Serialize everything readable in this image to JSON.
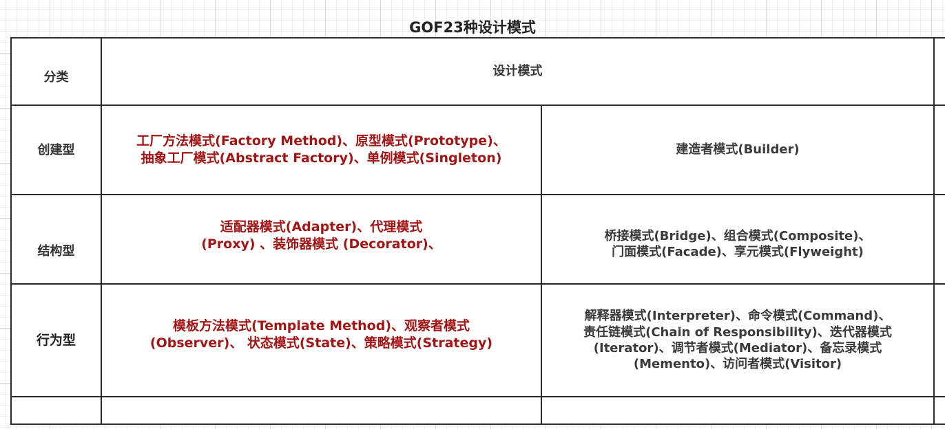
{
  "title": "GOF23种设计模式",
  "header": {
    "category": "分类",
    "patterns": "设计模式"
  },
  "rows": [
    {
      "category": "创建型",
      "red_lines": [
        "工厂方法模式(Factory Method)、原型模式(Prototype)、",
        "抽象工厂模式(Abstract Factory)、单例模式(Singleton)"
      ],
      "dark_lines": [
        "建造者模式(Builder)"
      ]
    },
    {
      "category": "结构型",
      "red_lines": [
        "适配器模式(Adapter)、代理模式",
        "(Proxy) 、装饰器模式 (Decorator)、"
      ],
      "dark_lines": [
        "桥接模式(Bridge)、组合模式(Composite)、",
        "门面模式(Facade)、享元模式(Flyweight)"
      ]
    },
    {
      "category": "行为型",
      "red_lines": [
        "模板方法模式(Template Method)、观察者模式",
        "(Observer)、 状态模式(State)、策略模式(Strategy)"
      ],
      "dark_lines": [
        "解释器模式(Interpreter)、命令模式(Command)、",
        "责任链模式(Chain of Responsibility)、迭代器模式",
        "(Iterator)、调节者模式(Mediator)、备忘录模式",
        "(Memento)、访问者模式(Visitor)"
      ]
    }
  ],
  "colors": {
    "red_text": "#a31515",
    "dark_text": "#333333",
    "border": "#2a2a2a",
    "grid": "#d9d9d9"
  }
}
